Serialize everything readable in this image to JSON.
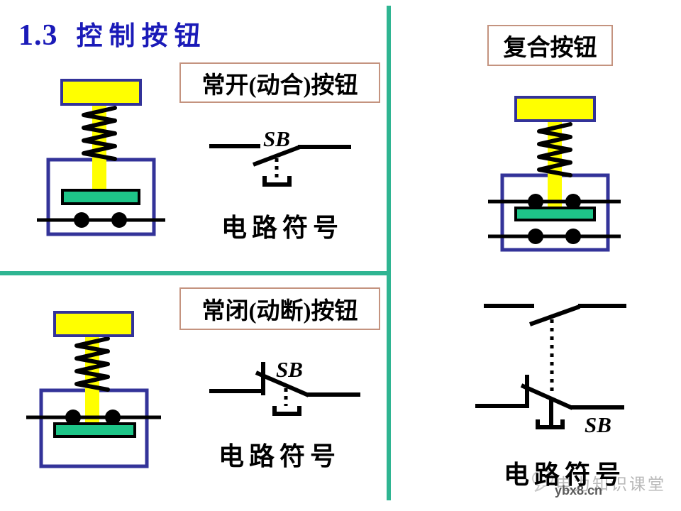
{
  "title": {
    "number": "1.3",
    "text": "控制按钮"
  },
  "left_top": {
    "label": "常开(动合)按钮",
    "symbol_label": "SB",
    "caption": "电路符号"
  },
  "left_bottom": {
    "label": "常闭(动断)按钮",
    "symbol_label": "SB",
    "caption": "电路符号"
  },
  "right": {
    "label": "复合按钮",
    "symbol_label": "SB",
    "caption": "电路符号"
  },
  "watermark": {
    "site_name": "电力知识课堂",
    "url": "ybx8.cn"
  },
  "colors": {
    "title_blue": "#1a1ab8",
    "outline_blue": "#333399",
    "cap_yellow": "#ffff00",
    "contact_green": "#1ec588",
    "divider_teal": "#2fb592",
    "label_box_border": "#c4937f",
    "watermark_gray": "#b9b9b9"
  }
}
